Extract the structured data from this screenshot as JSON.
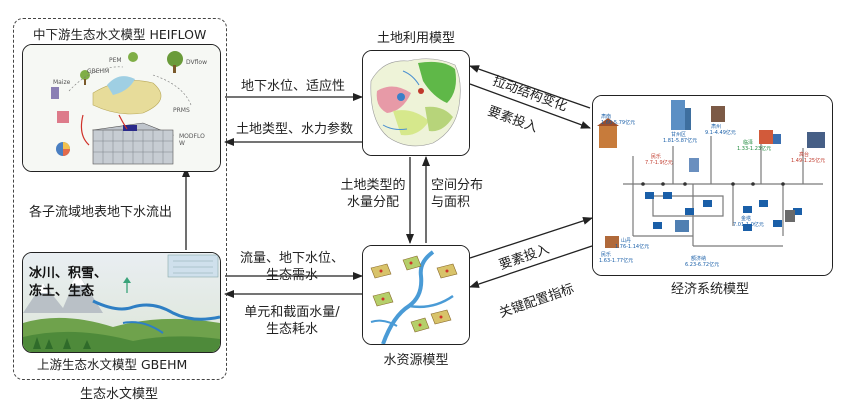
{
  "ecohydro": {
    "outer_caption": "生态水文模型",
    "heiflow_title": "中下游生态水文模型  HEIFLOW",
    "gbehm_title": "上游生态水文模型  GBEHM",
    "heiflow_labels": {
      "gbehm": "GBEHM",
      "prms_top": "PEM",
      "dvflow": "DVflow",
      "mosaic": "Maize",
      "prms": "PRMS",
      "modflow": "MODFLO\nW"
    },
    "gbehm_text_line1": "冰川、积雪、",
    "gbehm_text_line2": "冻土、生态"
  },
  "land_model": {
    "title": "土地利用模型"
  },
  "water_model": {
    "title": "水资源模型"
  },
  "econ_model": {
    "title": "经济系统模型",
    "places": [
      {
        "name": "肃南",
        "value": "1.60-5.79亿元",
        "color": "#1a5fa8"
      },
      {
        "name": "甘州区",
        "value": "1.81-5.87亿元",
        "color": "#1a5fa8"
      },
      {
        "name": "肃州",
        "value": "9.1-4.49亿元",
        "color": "#1a5fa8"
      },
      {
        "name": "民乐",
        "value": "7.7-1.9亿元",
        "color": "#c0392b"
      },
      {
        "name": "临泽",
        "value": "1.33-1.23亿元",
        "color": "#1f8a3d"
      },
      {
        "name": "高台",
        "value": "1.49-1.25亿元",
        "color": "#c0392b"
      },
      {
        "name": "金塔",
        "value": "7.01-1.0亿元",
        "color": "#1a5fa8"
      },
      {
        "name": "山丹",
        "value": "1.76-1.14亿元",
        "color": "#1a5fa8"
      },
      {
        "name": "民乐",
        "value": "1.63-1.77亿元",
        "color": "#1a5fa8"
      },
      {
        "name": "额济纳",
        "value": "6.23-6.72亿元",
        "color": "#1a5fa8"
      }
    ]
  },
  "arrows": {
    "heiflow_to_land": "地下水位、适应性",
    "land_to_heiflow": "土地类型、水力参数",
    "gbehm_to_heiflow": "各子流域地表地下水流出",
    "land_water_left_l1": "土地类型的",
    "land_water_left_l2": "水量分配",
    "land_water_right_l1": "空间分布",
    "land_water_right_l2": "与面积",
    "econ_to_land": "拉动结构变化",
    "land_to_econ": "要素投入",
    "water_to_econ": "要素投入",
    "econ_to_water": "关键配置指标",
    "water_to_gbehm_l1": "流量、地下水位、",
    "water_to_gbehm_l2": "生态需水",
    "gbehm_to_water_l1": "单元和截面水量/",
    "gbehm_to_water_l2": "生态耗水"
  },
  "colors": {
    "arrow": "#222222",
    "econ_pipe": "#7a7a7a",
    "box_fill": "#1a5fa8"
  }
}
